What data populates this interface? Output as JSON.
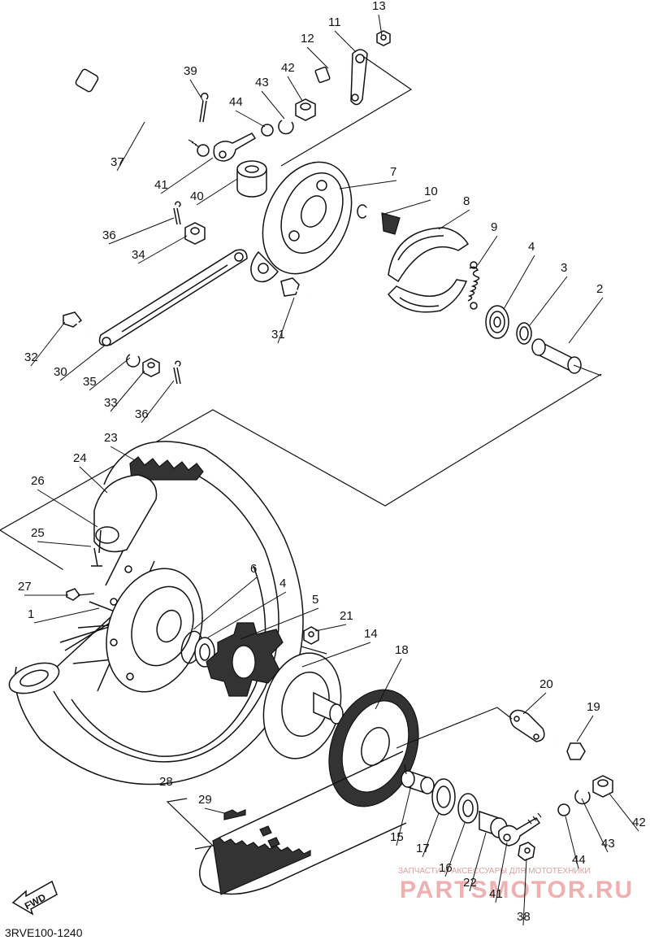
{
  "diagram": {
    "code": "3RVE100-1240",
    "direction_label": "FWD",
    "callouts": [
      {
        "n": "13",
        "key": "c13"
      },
      {
        "n": "11",
        "key": "c11"
      },
      {
        "n": "12",
        "key": "c12"
      },
      {
        "n": "39",
        "key": "c39"
      },
      {
        "n": "43",
        "key": "c43a"
      },
      {
        "n": "42",
        "key": "c42a"
      },
      {
        "n": "44",
        "key": "c44a"
      },
      {
        "n": "37",
        "key": "c37"
      },
      {
        "n": "41",
        "key": "c41a"
      },
      {
        "n": "7",
        "key": "c7"
      },
      {
        "n": "40",
        "key": "c40"
      },
      {
        "n": "10",
        "key": "c10"
      },
      {
        "n": "8",
        "key": "c8"
      },
      {
        "n": "36",
        "key": "c36a"
      },
      {
        "n": "9",
        "key": "c9"
      },
      {
        "n": "34",
        "key": "c34"
      },
      {
        "n": "4",
        "key": "c4a"
      },
      {
        "n": "3",
        "key": "c3"
      },
      {
        "n": "2",
        "key": "c2"
      },
      {
        "n": "31",
        "key": "c31"
      },
      {
        "n": "32",
        "key": "c32"
      },
      {
        "n": "30",
        "key": "c30"
      },
      {
        "n": "35",
        "key": "c35"
      },
      {
        "n": "33",
        "key": "c33"
      },
      {
        "n": "36",
        "key": "c36b"
      },
      {
        "n": "23",
        "key": "c23"
      },
      {
        "n": "24",
        "key": "c24"
      },
      {
        "n": "26",
        "key": "c26"
      },
      {
        "n": "25",
        "key": "c25"
      },
      {
        "n": "6",
        "key": "c6"
      },
      {
        "n": "27",
        "key": "c27"
      },
      {
        "n": "4",
        "key": "c4b"
      },
      {
        "n": "1",
        "key": "c1"
      },
      {
        "n": "5",
        "key": "c5"
      },
      {
        "n": "21",
        "key": "c21"
      },
      {
        "n": "14",
        "key": "c14"
      },
      {
        "n": "18",
        "key": "c18"
      },
      {
        "n": "20",
        "key": "c20"
      },
      {
        "n": "19",
        "key": "c19"
      },
      {
        "n": "28",
        "key": "c28"
      },
      {
        "n": "29",
        "key": "c29"
      },
      {
        "n": "42",
        "key": "c42b"
      },
      {
        "n": "43",
        "key": "c43b"
      },
      {
        "n": "15",
        "key": "c15"
      },
      {
        "n": "17",
        "key": "c17"
      },
      {
        "n": "44",
        "key": "c44b"
      },
      {
        "n": "16",
        "key": "c16"
      },
      {
        "n": "22",
        "key": "c22"
      },
      {
        "n": "41",
        "key": "c41b"
      },
      {
        "n": "38",
        "key": "c38"
      }
    ]
  },
  "watermark": {
    "tagline": "ЗАПЧАСТИ И АКСЕССУАРЫ ДЛЯ МОТОТЕХНИКИ",
    "brand": "PARTSMOTOR.RU"
  }
}
